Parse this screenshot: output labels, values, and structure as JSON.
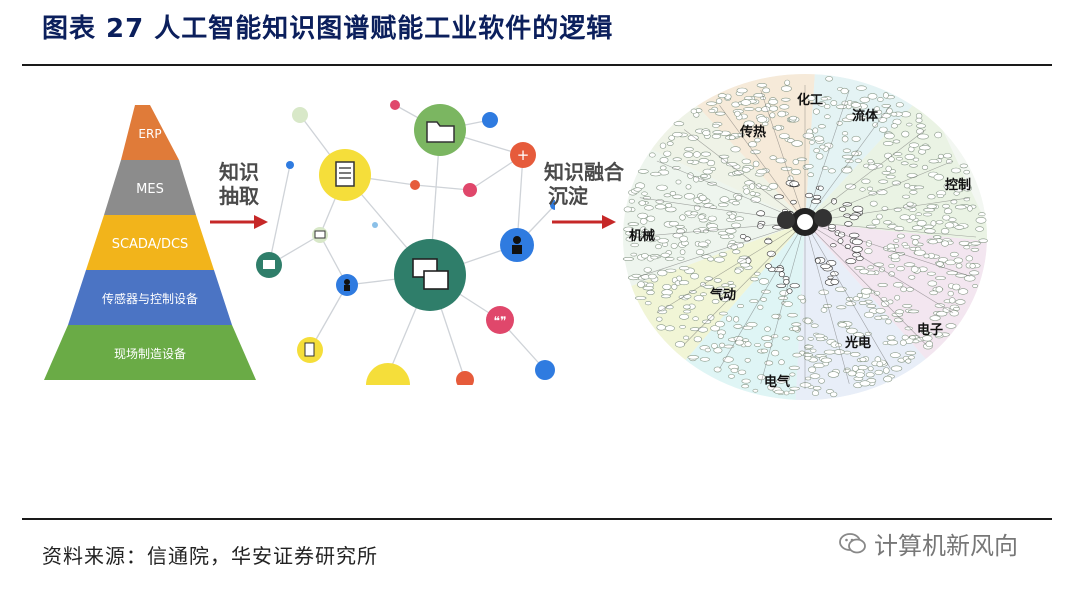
{
  "header": {
    "title": "图表 27 人工智能知识图谱赋能工业软件的逻辑"
  },
  "pyramid": {
    "levels": [
      "ERP",
      "MES",
      "SCADA/DCS",
      "传感器与控制设备",
      "现场制造设备"
    ],
    "colors": [
      "#e07b39",
      "#8c8c8c",
      "#f2b41b",
      "#4b74c4",
      "#6aab46"
    ]
  },
  "arrows": {
    "extract_line1": "知识",
    "extract_line2": "抽取",
    "fuse_line1": "知识融合",
    "fuse_line2": "沉淀",
    "color": "#c62828"
  },
  "knowledge_graph": {
    "categories": [
      "化工",
      "传热",
      "流体",
      "控制",
      "机械",
      "气动",
      "电子",
      "光电",
      "电气"
    ]
  },
  "footer": {
    "source": "资料来源：信通院，华安证券研究所",
    "watermark": "计算机新风向"
  }
}
